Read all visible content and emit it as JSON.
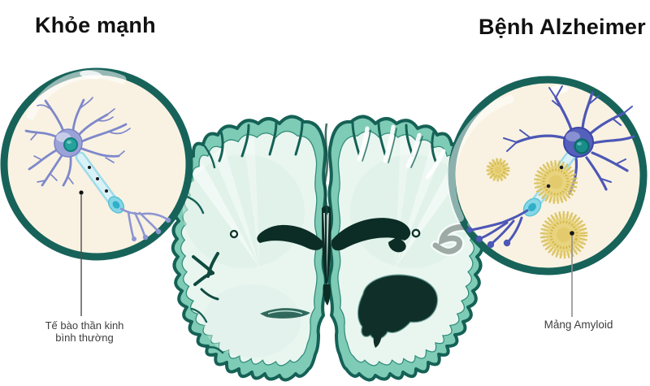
{
  "titles": {
    "healthy": "Khỏe mạnh",
    "alzheimer": "Bệnh Alzheimer"
  },
  "callouts": {
    "healthy_neuron_line1": "Tế bào thần kinh",
    "healthy_neuron_line2": "bình thường",
    "amyloid": "Mảng Amyloid"
  },
  "illustration": {
    "left_inset": "healthy-neuron-magnified-view",
    "right_inset": "alzheimer-neuron-with-amyloid-plaques-magnified-view",
    "center": "coronal-brain-section-left-healthy-right-alzheimer-atrophy"
  },
  "colors": {
    "background": "#ffffff",
    "title_text": "#111111",
    "label_text": "#3e3e3e",
    "circle_border": "#17635a",
    "circle_fill": "#f9f2e2",
    "brain_cortex": "#7ecbb6",
    "brain_outline": "#156156",
    "brain_inner": "#e9f6f0",
    "ventricle_dark": "#0b2d26",
    "healthy_neuron": "#8790cd",
    "alzheimer_neuron": "#4c57b6",
    "myelin": "#9edbe9",
    "amyloid": "#e8d37e",
    "pointer_line": "#8f8f8f"
  }
}
